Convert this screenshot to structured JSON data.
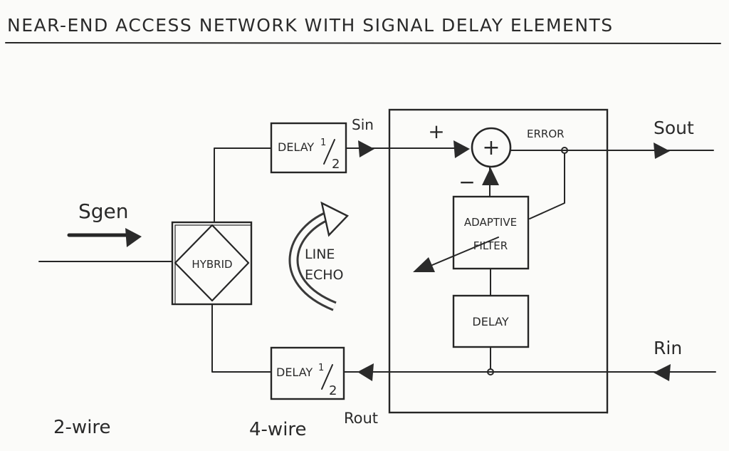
{
  "title": "NEAR-END ACCESS NETWORK WITH SIGNAL DELAY ELEMENTS",
  "signals": {
    "s_gen": "Sgen",
    "s_in": "Sin",
    "s_out": "Sout",
    "r_in": "Rin",
    "r_out": "Rout"
  },
  "blocks": {
    "hybrid": "HYBRID",
    "delay_half_top": "DELAY",
    "delay_half_bottom": "DELAY",
    "half_numerator": "1",
    "half_denominator": "2",
    "adaptive_line1": "ADAPTIVE",
    "adaptive_line2": "FILTER",
    "delay": "DELAY"
  },
  "summer": {
    "symbol": "+",
    "plus_sign": "+",
    "minus_sign": "−",
    "error_label": "ERROR"
  },
  "echo": {
    "line1": "LINE",
    "line2": "ECHO"
  },
  "sections": {
    "two_wire": "2-wire",
    "four_wire": "4-wire"
  }
}
